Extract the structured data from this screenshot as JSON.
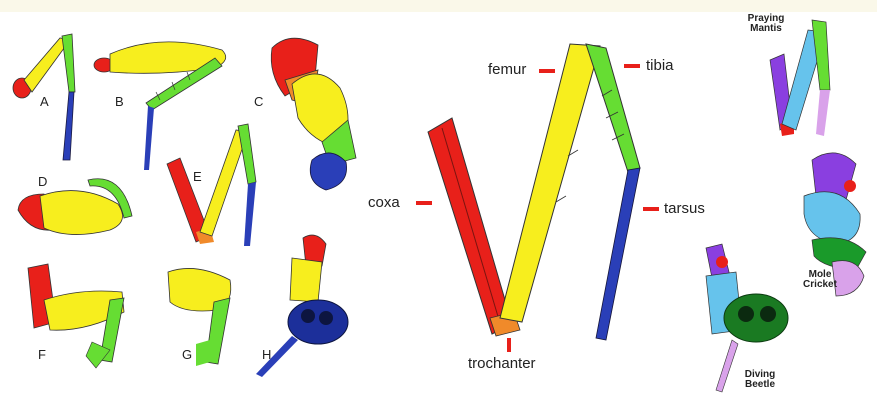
{
  "panel_labels": [
    "A",
    "B",
    "C",
    "D",
    "E",
    "F",
    "G",
    "H"
  ],
  "main_leg_labels": {
    "coxa": "coxa",
    "trochanter": "trochanter",
    "femur": "femur",
    "tibia": "tibia",
    "tarsus": "tarsus"
  },
  "examples": {
    "praying_mantis": "Praying Mantis",
    "mole_cricket": "Mole Cricket",
    "diving_beetle": "Diving Beetle"
  },
  "colors": {
    "coxa": "#e8201a",
    "trochanter": "#f08a2a",
    "femur": "#f7ee1e",
    "tibia": "#66dd33",
    "tarsus": "#2a3fb8",
    "mantis_coxa": "#8a3fe0",
    "mantis_femur": "#66c3ec",
    "mantis_tarsus": "#d9a2ea",
    "beetle_hairs": "#1a7a22",
    "label_tick": "#e8201a"
  }
}
